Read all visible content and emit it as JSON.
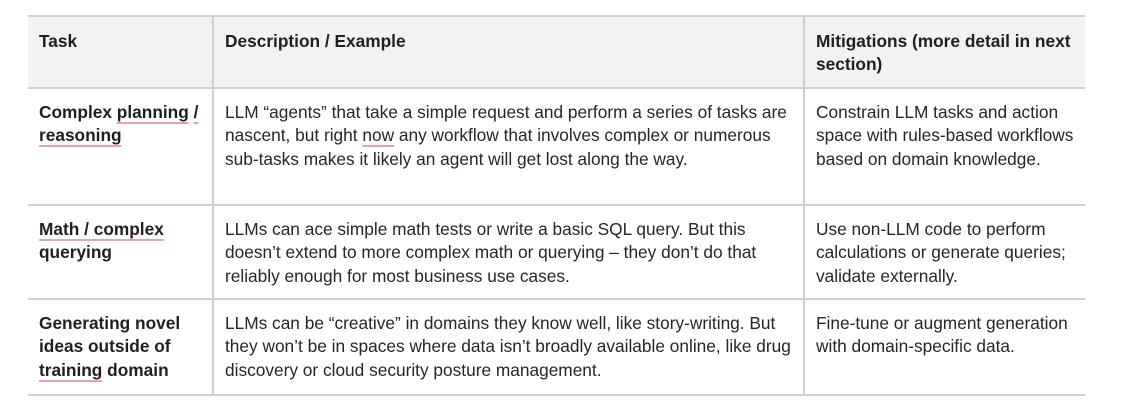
{
  "header": {
    "task": "Task",
    "description": "Description / Example",
    "mitigations": "Mitigations (more detail in next section)"
  },
  "rows": [
    {
      "task_parts": [
        "Complex ",
        "planning",
        " ",
        "/ reasoning",
        ""
      ],
      "description_parts": [
        "LLM “agents” that take a simple request and perform a series of tasks are nascent, but right ",
        "now",
        " any workflow that involves complex or numerous sub-tasks makes it likely an agent will get lost along the way."
      ],
      "mitigation": "Constrain LLM tasks and action space with rules-based workflows based on domain knowledge."
    },
    {
      "task_parts": [
        "",
        "Math / complex",
        " querying"
      ],
      "description": "LLMs can ace simple math tests or write a basic SQL query. But this doesn’t extend to more complex math or querying – they don’t do that reliably enough for most business use cases.",
      "mitigation": "Use non-LLM code to perform calculations or generate queries; validate externally."
    },
    {
      "task_parts": [
        "Generating novel ideas outside of ",
        "training",
        " domain"
      ],
      "description": "LLMs can be “creative” in domains they know well, like story-writing. But they won’t be in spaces where data isn’t broadly available online, like drug discovery or cloud security posture management.",
      "mitigation": "Fine-tune or augment generation with domain-specific data."
    }
  ],
  "colors": {
    "header_bg": "#f2f2f2",
    "border": "#cfcfcf",
    "spellcheck_underline": "#e8a0b4"
  }
}
